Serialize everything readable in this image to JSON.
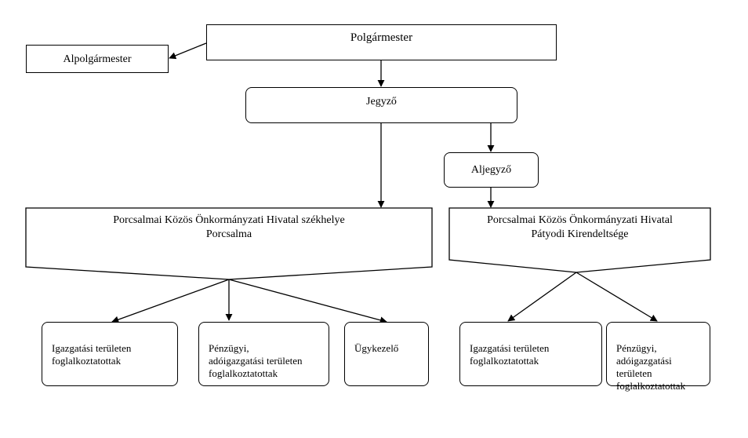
{
  "nodes": {
    "mayor": "Polgármester",
    "deputy_mayor": "Alpolgármester",
    "notary": "Jegyző",
    "deputy_notary": "Aljegyző",
    "seat_office": "Porcsalmai Közös Önkormányzati Hivatal székhelye\nPorcsalma",
    "branch_office": "Porcsalmai Közös Önkormányzati Hivatal\nPátyodi Kirendeltsége",
    "seat_admin": "Igazgatási területen\nfoglalkoztatottak",
    "seat_finance": "Pénzügyi,\nadóigazgatási területen\nfoglalkoztatottak",
    "seat_clerk": "Ügykezelő",
    "branch_admin": "Igazgatási területen\nfoglalkoztatottak",
    "branch_finance": "Pénzügyi,\nadóigazgatási\nterületen\nfoglalkoztatottak"
  }
}
